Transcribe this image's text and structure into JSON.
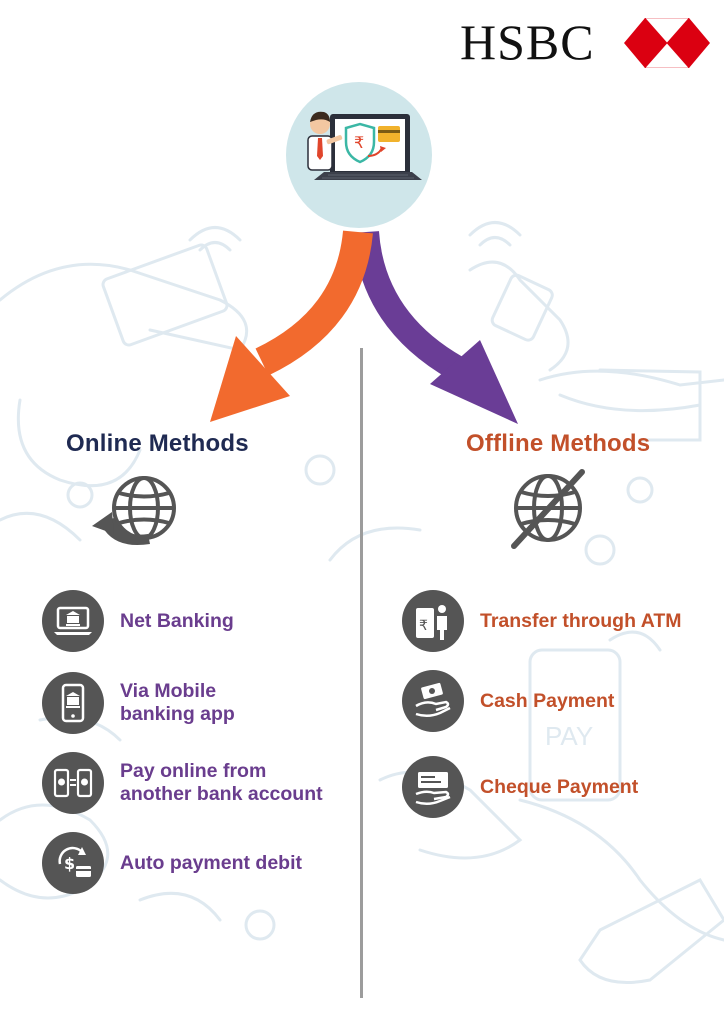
{
  "brand": {
    "name": "HSBC",
    "colors": {
      "red": "#db0011",
      "white": "#ffffff",
      "text": "#111111"
    }
  },
  "hero": {
    "icon": "businessman-laptop-card-payment-icon"
  },
  "online": {
    "heading": "Online Methods",
    "heading_color": "#1f2a52",
    "icon": "globe-refresh-icon",
    "items": [
      {
        "label": "Net Banking",
        "icon": "laptop-bank-icon"
      },
      {
        "label": "Via Mobile\nbanking app",
        "icon": "mobile-bank-icon"
      },
      {
        "label": "Pay online from\nanother bank account",
        "icon": "phone-to-phone-transfer-icon"
      },
      {
        "label": "Auto payment debit",
        "icon": "auto-debit-icon"
      }
    ]
  },
  "offline": {
    "heading": "Offline Methods",
    "heading_color": "#c2502a",
    "icon": "globe-crossed-icon",
    "items": [
      {
        "label": "Transfer through ATM",
        "icon": "atm-icon"
      },
      {
        "label": "Cash Payment",
        "icon": "cash-hand-icon"
      },
      {
        "label": "Cheque Payment",
        "icon": "cheque-hand-icon"
      }
    ]
  },
  "colors": {
    "online_arrow": "#f26a2e",
    "offline_arrow": "#6a3d96",
    "icon_circle": "#555555",
    "online_label": "#6a3d8e",
    "offline_label": "#c2502a"
  }
}
